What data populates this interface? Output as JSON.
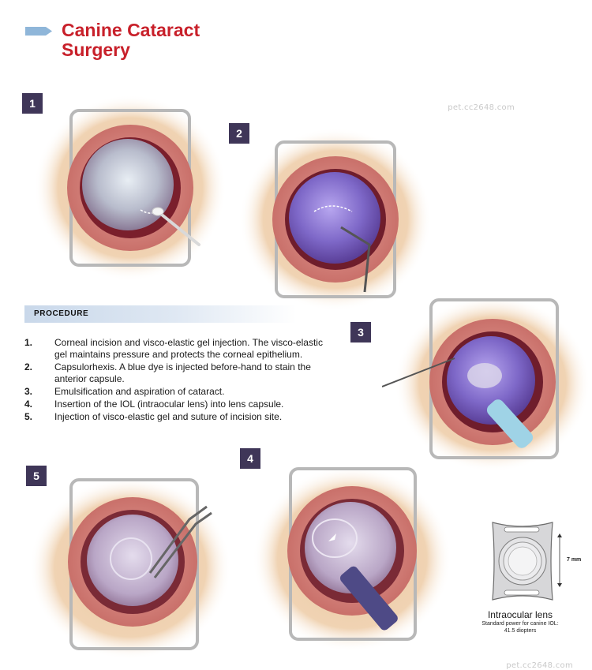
{
  "title": "Canine Cataract Surgery",
  "watermark": "pet.cc2648.com",
  "procedure": {
    "header": "PROCEDURE",
    "steps": [
      {
        "num": "1.",
        "text": "Corneal incision and visco-elastic gel injection. The visco-elastic gel maintains pressure and protects the corneal epithelium."
      },
      {
        "num": "2.",
        "text": "Capsulorhexis. A blue dye is injected before-hand to stain the anterior capsule."
      },
      {
        "num": "3.",
        "text": "Emulsification and aspiration of cataract."
      },
      {
        "num": "4.",
        "text": "Insertion of the IOL (intraocular lens) into lens capsule."
      },
      {
        "num": "5.",
        "text": "Injection of visco-elastic gel and suture of incision site."
      }
    ]
  },
  "badges": [
    "1",
    "2",
    "3",
    "4",
    "5"
  ],
  "iol": {
    "title": "Intraocular lens",
    "subtitle_line1": "Standard power for canine IOL:",
    "subtitle_line2": "41.5 diopters",
    "dimension": "7 mm"
  },
  "colors": {
    "title_red": "#c8202a",
    "badge": "#3f3658",
    "header_blue": "#c9d8ea",
    "arrow_blue": "#8fb6d9",
    "dye_purple": "#7e68c8"
  }
}
